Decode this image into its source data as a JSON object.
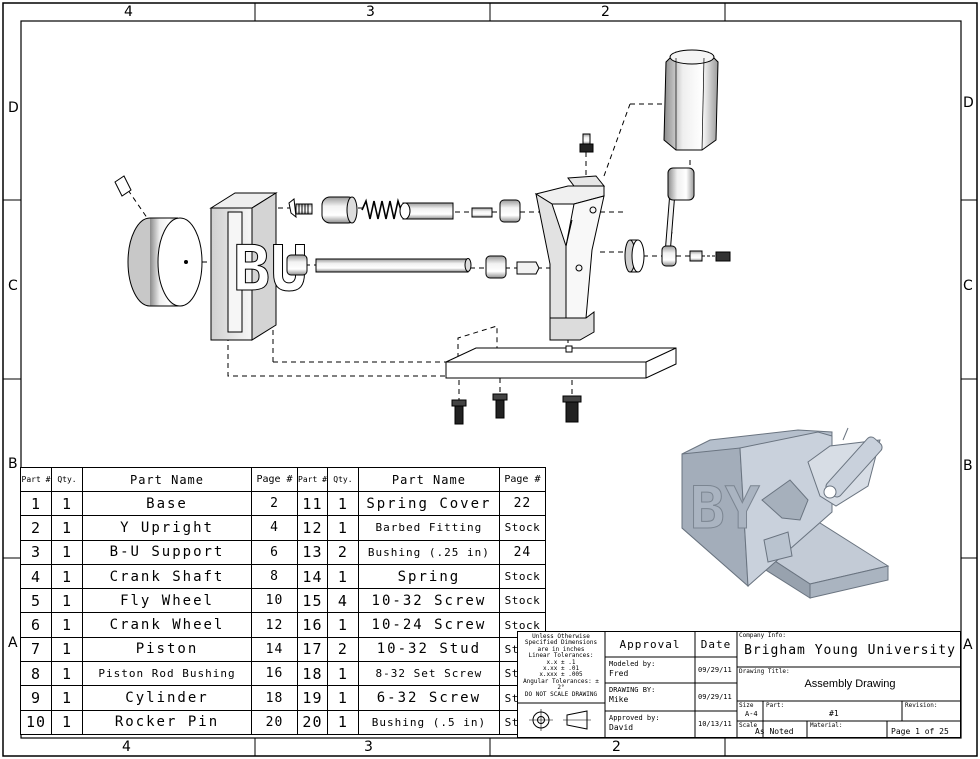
{
  "border": {
    "top_zones": [
      "4",
      "3",
      "2"
    ],
    "bottom_zones": [
      "4",
      "3",
      "2"
    ],
    "left_zones": [
      "D",
      "C",
      "B",
      "A"
    ],
    "right_zones": [
      "D",
      "C",
      "B",
      "A"
    ]
  },
  "labels": {
    "base_letters": "BU",
    "iso_letters": "BY"
  },
  "bom": {
    "headers": [
      "Part #",
      "Qty.",
      "Part Name",
      "Page #",
      "Part #",
      "Qty.",
      "Part Name",
      "Page #"
    ],
    "rows": [
      [
        "1",
        "1",
        "Base",
        "2",
        "11",
        "1",
        "Spring Cover",
        "22"
      ],
      [
        "2",
        "1",
        "Y Upright",
        "4",
        "12",
        "1",
        "Barbed Fitting",
        "Stock"
      ],
      [
        "3",
        "1",
        "B-U Support",
        "6",
        "13",
        "2",
        "Bushing (.25 in)",
        "24"
      ],
      [
        "4",
        "1",
        "Crank Shaft",
        "8",
        "14",
        "1",
        "Spring",
        "Stock"
      ],
      [
        "5",
        "1",
        "Fly Wheel",
        "10",
        "15",
        "4",
        "10-32 Screw",
        "Stock"
      ],
      [
        "6",
        "1",
        "Crank Wheel",
        "12",
        "16",
        "1",
        "10-24 Screw",
        "Stock"
      ],
      [
        "7",
        "1",
        "Piston",
        "14",
        "17",
        "2",
        "10-32 Stud",
        "Stock"
      ],
      [
        "8",
        "1",
        "Piston Rod Bushing",
        "16",
        "18",
        "1",
        "8-32 Set Screw",
        "Stock"
      ],
      [
        "9",
        "1",
        "Cylinder",
        "18",
        "19",
        "1",
        "6-32 Screw",
        "Stock"
      ],
      [
        "10",
        "1",
        "Rocker Pin",
        "20",
        "20",
        "1",
        "Bushing (.5 in)",
        "Stock"
      ]
    ]
  },
  "title_block": {
    "notes": [
      "Unless Otherwise",
      "Specified Dimensions",
      "are in inches",
      "Linear Tolerances:",
      "x.x ± .1",
      "x.xx ± .01",
      "x.xxx ± .005",
      "Angular Tolerances: ± 2°",
      "DO NOT SCALE DRAWING"
    ],
    "approval_header": "Approval",
    "date_header": "Date",
    "modeled_by_label": "Modeled by:",
    "modeled_by": "Fred",
    "modeled_date": "09/29/11",
    "drawn_by_label": "DRAWING BY:",
    "drawn_by": "Mike",
    "drawn_date": "09/29/11",
    "approved_by_label": "Approved by:",
    "approved_by": "David",
    "approved_date": "10/13/11",
    "company_label": "Company Info:",
    "company": "Brigham Young University",
    "title_label": "Drawing Title:",
    "title": "Assembly Drawing",
    "size_label": "Size",
    "size": "A-4",
    "part_label": "Part:",
    "part": "#1",
    "revision_label": "Revision:",
    "revision": "",
    "scale_label": "Scale",
    "scale": "As Noted",
    "material_label": "Material:",
    "material": "",
    "page": "Page 1 of 25"
  }
}
